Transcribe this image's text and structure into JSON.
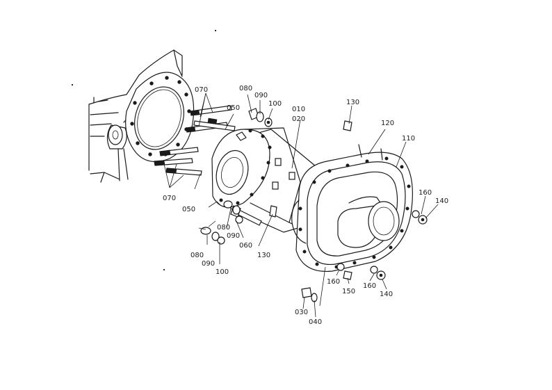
{
  "labels": {
    "p010": "010",
    "p020": "020",
    "p030": "030",
    "p040": "040",
    "p050a": "050",
    "p050b": "050",
    "p060": "060",
    "p070a": "070",
    "p070b": "070",
    "p080a": "080",
    "p080b": "080",
    "p080c": "080",
    "p090a": "090",
    "p090b": "090",
    "p090c": "090",
    "p100a": "100",
    "p100b": "100",
    "p110": "110",
    "p120": "120",
    "p130a": "130",
    "p130b": "130",
    "p140a": "140",
    "p140b": "140",
    "p150": "150",
    "p160a": "160",
    "p160b": "160",
    "p160c": "160"
  }
}
